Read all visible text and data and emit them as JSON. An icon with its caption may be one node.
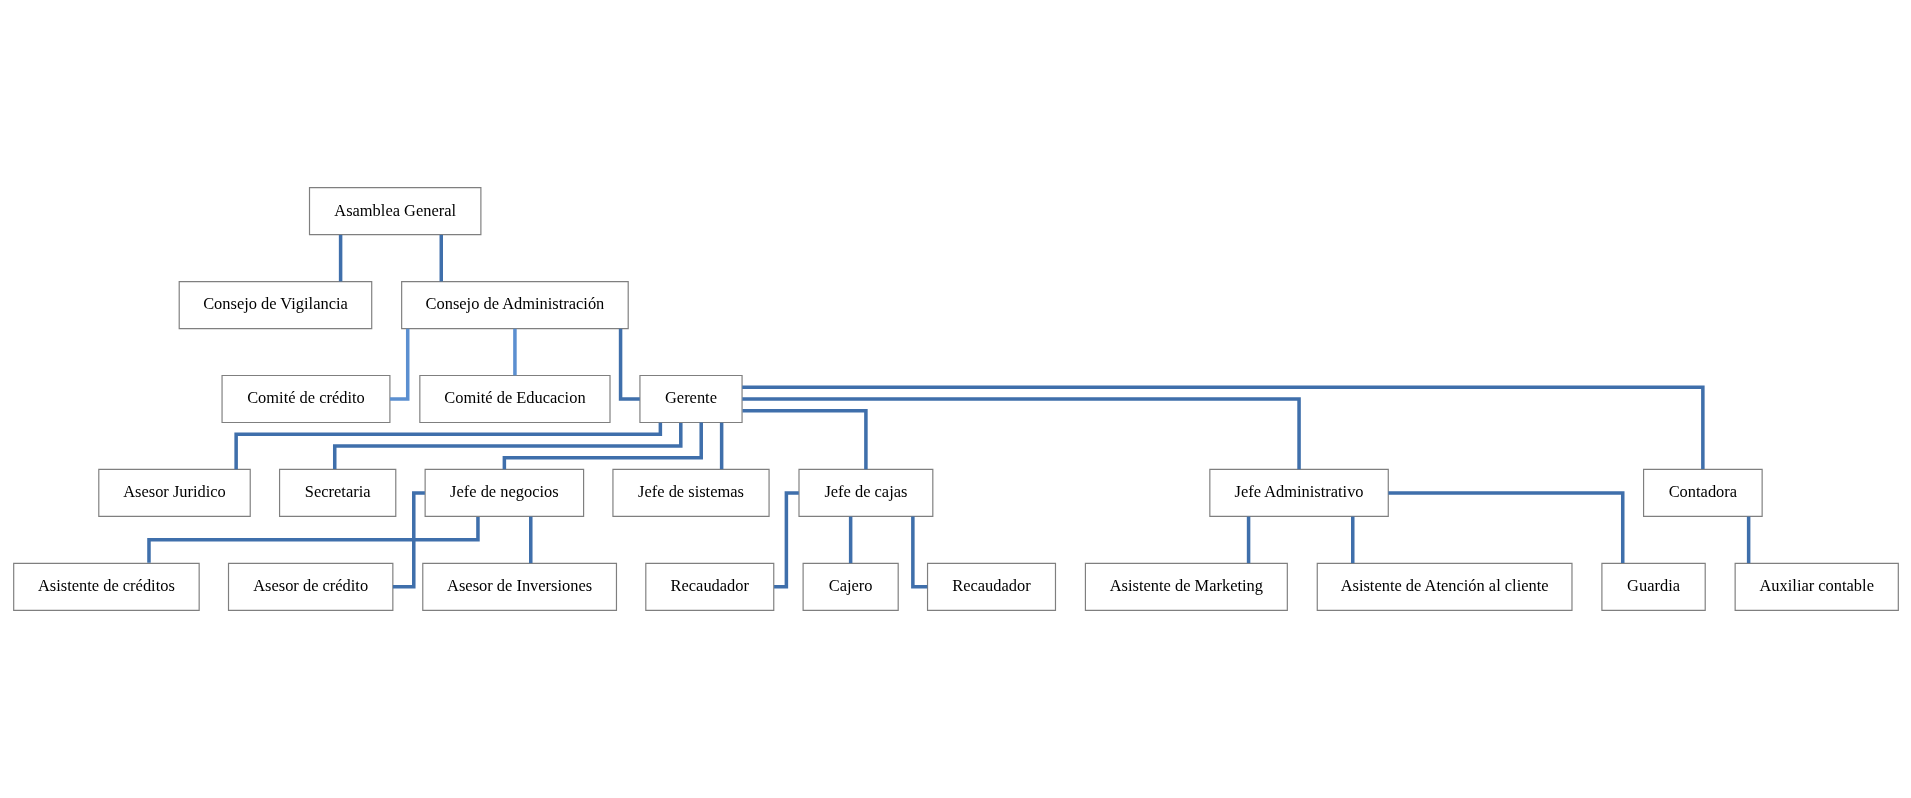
{
  "diagram": {
    "nodes": [
      {
        "text": [
          "Asamblea General"
        ]
      },
      {
        "text": [
          "Consejo de Vigilancia"
        ]
      },
      {
        "text": [
          "Consejo de Administración"
        ]
      },
      {
        "text": [
          "Comité de crédito"
        ]
      },
      {
        "text": [
          "Comité de Educacion"
        ]
      },
      {
        "text": [
          "Gerente"
        ]
      },
      {
        "text": [
          "Asesor Juridico"
        ]
      },
      {
        "text": [
          "Secretaria"
        ]
      },
      {
        "text": [
          "Jefe de negocios"
        ]
      },
      {
        "text": [
          "Jefe de sistemas"
        ]
      },
      {
        "text": [
          "Jefe de cajas"
        ]
      },
      {
        "text": [
          "Jefe Administrativo"
        ]
      },
      {
        "text": [
          "Contadora"
        ]
      },
      {
        "text": [
          "Asistente de créditos"
        ]
      },
      {
        "text": [
          "Asesor de crédito"
        ]
      },
      {
        "text": [
          "Asesor de Inversiones"
        ]
      },
      {
        "text": [
          "Recaudador"
        ]
      },
      {
        "text": [
          "Cajero"
        ]
      },
      {
        "text": [
          "Recaudador"
        ]
      },
      {
        "text": [
          "Asistente de Marketing"
        ]
      },
      {
        "text": [
          "Asistente de Atención al cliente"
        ]
      },
      {
        "text": [
          "Guardia"
        ]
      },
      {
        "text": [
          "Auxiliar contable"
        ]
      }
    ],
    "edges": [
      {
        "from": 0,
        "to": 1,
        "arrow": "none"
      },
      {
        "from": 0,
        "to": 2,
        "arrow": "none"
      },
      {
        "from": 2,
        "to": 3,
        "arrow": "none",
        "color": "#5b8fd0"
      },
      {
        "from": 2,
        "to": 4,
        "arrow": "none",
        "color": "#5b8fd0"
      },
      {
        "from": 2,
        "to": 5,
        "arrow": "none"
      },
      {
        "from": 5,
        "to": 6,
        "arrow": "none"
      },
      {
        "from": 5,
        "to": 7,
        "arrow": "none"
      },
      {
        "from": 5,
        "to": 8,
        "arrow": "none"
      },
      {
        "from": 5,
        "to": 9,
        "arrow": "none"
      },
      {
        "from": 5,
        "to": 10,
        "arrow": "none"
      },
      {
        "from": 5,
        "to": 11,
        "arrow": "none"
      },
      {
        "from": 5,
        "to": 12,
        "arrow": "none"
      },
      {
        "from": 8,
        "to": 13,
        "arrow": "none"
      },
      {
        "from": 8,
        "to": 14,
        "arrow": "none"
      },
      {
        "from": 8,
        "to": 15,
        "arrow": "none"
      },
      {
        "from": 10,
        "to": 16,
        "arrow": "none"
      },
      {
        "from": 10,
        "to": 17,
        "arrow": "none"
      },
      {
        "from": 10,
        "to": 18,
        "arrow": "none"
      },
      {
        "from": 11,
        "to": 19,
        "arrow": "none"
      },
      {
        "from": 11,
        "to": 20,
        "arrow": "none"
      },
      {
        "from": 11,
        "to": 21,
        "arrow": "none"
      },
      {
        "from": 12,
        "to": 22,
        "arrow": "none"
      }
    ]
  }
}
